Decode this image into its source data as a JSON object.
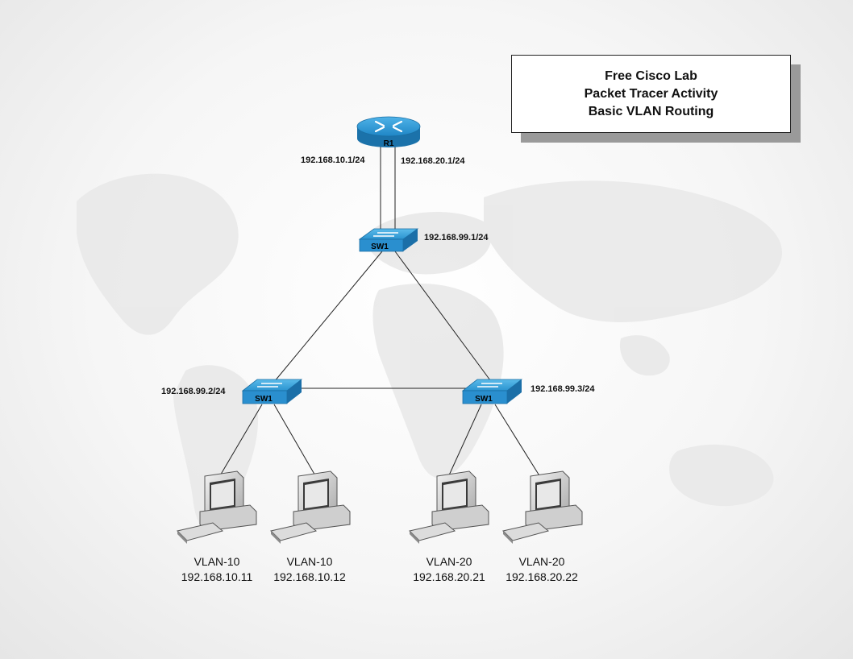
{
  "title": {
    "line1": "Free Cisco Lab",
    "line2": "Packet Tracer Activity",
    "line3": "Basic VLAN Routing"
  },
  "devices": {
    "router": {
      "label": "R1"
    },
    "sw_core": {
      "label": "SW1"
    },
    "sw_left": {
      "label": "SW1"
    },
    "sw_right": {
      "label": "SW1"
    }
  },
  "links": {
    "r1_to_sw_left_ip": "192.168.10.1/24",
    "r1_to_sw_right_ip": "192.168.20.1/24"
  },
  "ips": {
    "sw_core": "192.168.99.1/24",
    "sw_left": "192.168.99.2/24",
    "sw_right": "192.168.99.3/24"
  },
  "pcs": [
    {
      "vlan": "VLAN-10",
      "ip": "192.168.10.11"
    },
    {
      "vlan": "VLAN-10",
      "ip": "192.168.10.12"
    },
    {
      "vlan": "VLAN-20",
      "ip": "192.168.20.21"
    },
    {
      "vlan": "VLAN-20",
      "ip": "192.168.20.22"
    }
  ],
  "colors": {
    "device_blue": "#2d9ad6",
    "device_blue_dark": "#1f79b0",
    "pc_gray": "#d9d9d9"
  }
}
